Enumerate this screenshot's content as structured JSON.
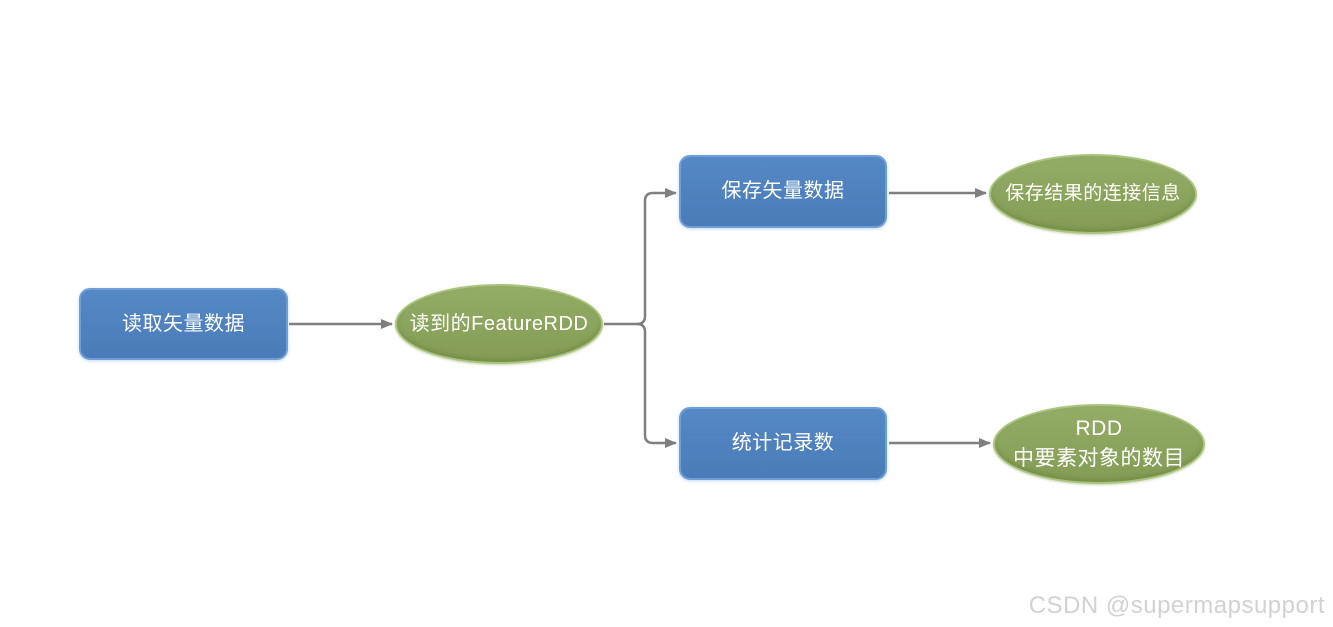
{
  "diagram": {
    "type": "flowchart",
    "nodes": [
      {
        "id": "read-vector-data",
        "shape": "rounded-rect",
        "role": "process",
        "label": "读取矢量数据"
      },
      {
        "id": "feature-rdd",
        "shape": "ellipse",
        "role": "data",
        "label": "读到的FeatureRDD"
      },
      {
        "id": "save-vector-data",
        "shape": "rounded-rect",
        "role": "process",
        "label": "保存矢量数据"
      },
      {
        "id": "save-result-connection-info",
        "shape": "ellipse",
        "role": "data",
        "label": "保存结果的连接信息"
      },
      {
        "id": "count-records",
        "shape": "rounded-rect",
        "role": "process",
        "label": "统计记录数"
      },
      {
        "id": "rdd-feature-object-count",
        "shape": "ellipse",
        "role": "data",
        "label": "RDD\n中要素对象的数目"
      }
    ],
    "edges": [
      {
        "from": "read-vector-data",
        "to": "feature-rdd"
      },
      {
        "from": "feature-rdd",
        "to": "save-vector-data"
      },
      {
        "from": "feature-rdd",
        "to": "count-records"
      },
      {
        "from": "save-vector-data",
        "to": "save-result-connection-info"
      },
      {
        "from": "count-records",
        "to": "rdd-feature-object-count"
      }
    ],
    "colors": {
      "process_fill": "#4E81BD",
      "process_border": "#6F9FD8",
      "data_fill": "#8BA45D",
      "data_border": "#A9C47C",
      "connector": "#7F7F7F",
      "node_text": "#FFFFFF"
    }
  },
  "watermark": "CSDN @supermapsupport"
}
